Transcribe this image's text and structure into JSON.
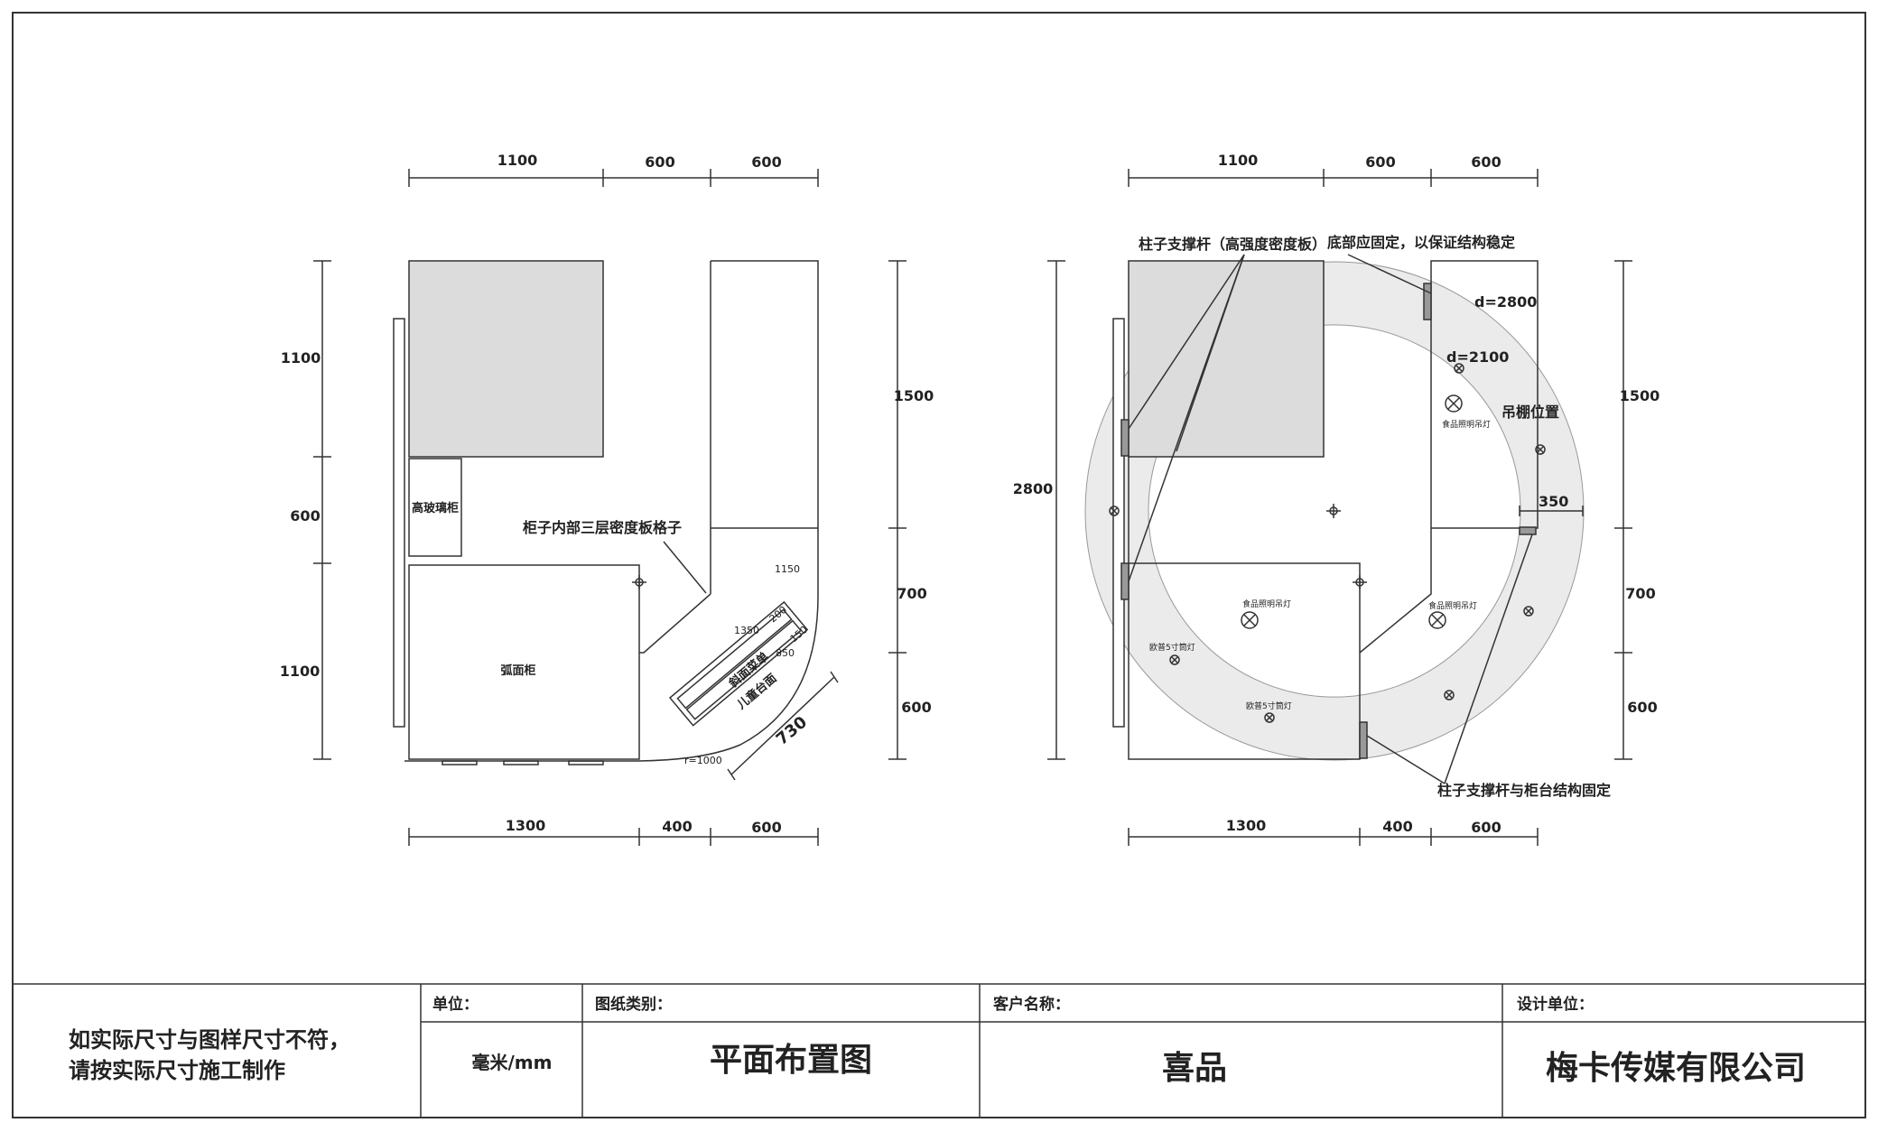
{
  "plan_left": {
    "dims_top": [
      "1100",
      "600",
      "600"
    ],
    "dims_bottom": [
      "1300",
      "400",
      "600"
    ],
    "dims_left": [
      "1100",
      "600",
      "1100"
    ],
    "dims_right": [
      "1500",
      "700",
      "600"
    ],
    "labels": {
      "glass_cabinet": "高玻璃柜",
      "curved_cabinet": "弧面柜",
      "note_shelves": "柜子内部三层密度板格子",
      "slanted_menu": "斜面菜单",
      "kids_counter": "儿童台面"
    },
    "small_dims": {
      "d1150": "1150",
      "d1350": "1350",
      "d200": "200",
      "d150": "150",
      "d850": "850",
      "d730": "730",
      "radius": "r=1000"
    }
  },
  "plan_right": {
    "dims_top": [
      "1100",
      "600",
      "600"
    ],
    "dims_bottom": [
      "1300",
      "400",
      "600"
    ],
    "dims_left": "2800",
    "dims_right": [
      "1500",
      "700",
      "600"
    ],
    "annotations": {
      "pillar_support": "柱子支撑杆（高强度密度板）",
      "bottom_fix": "底部应固定，以保证结构稳定",
      "outer_d": "d=2800",
      "inner_d": "d=2100",
      "ceiling_pos": "吊棚位置",
      "ring_width": "350",
      "pillar_fix": "柱子支撑杆与柜台结构固定"
    },
    "lights": {
      "food_light": "食品照明吊灯",
      "downlight": "欧普5寸筒灯"
    }
  },
  "title_block": {
    "note_line1": "如实际尺寸与图样尺寸不符，",
    "note_line2": "请按实际尺寸施工制作",
    "unit_label": "单位：",
    "unit_value": "毫米/mm",
    "drawing_type_label": "图纸类别：",
    "drawing_type_value": "平面布置图",
    "client_label": "客户名称：",
    "client_value": "喜品",
    "designer_label": "设计单位：",
    "designer_value": "梅卡传媒有限公司"
  }
}
